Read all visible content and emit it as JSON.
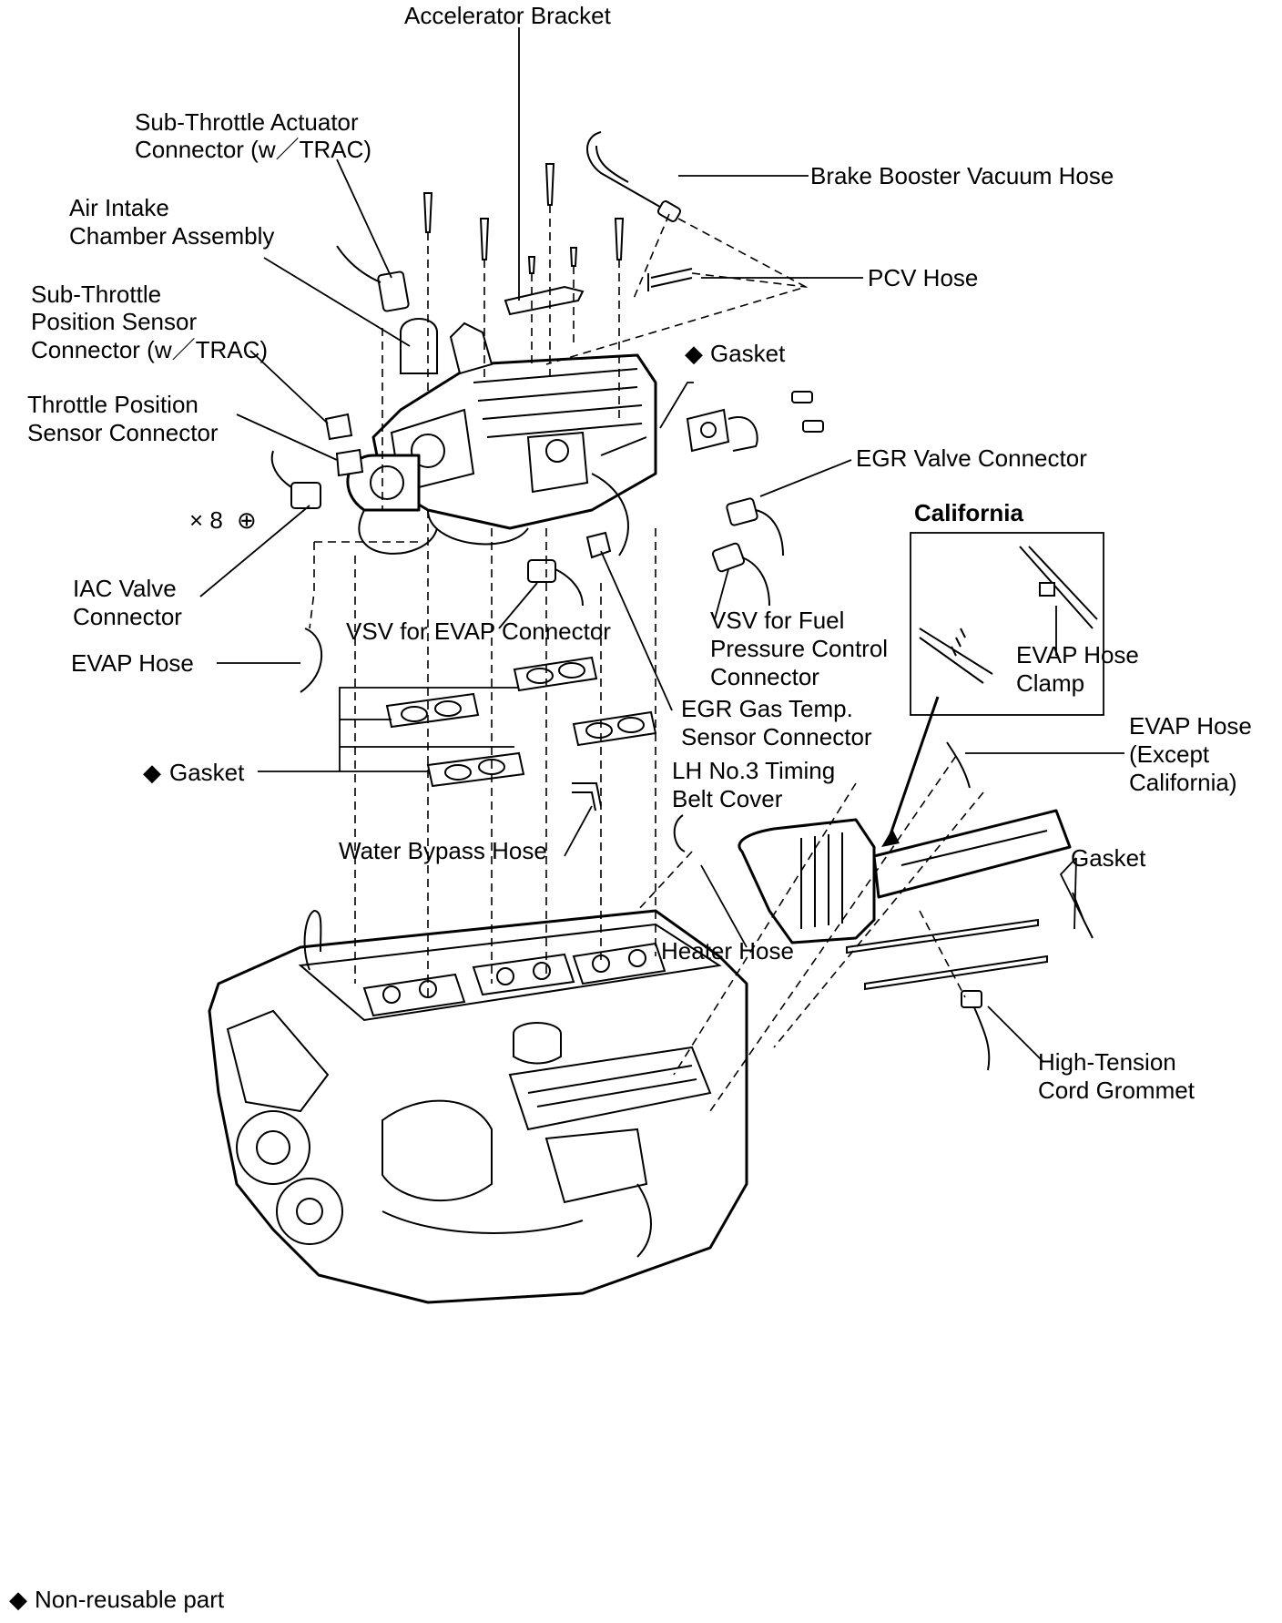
{
  "labels": {
    "accelerator_bracket": "Accelerator Bracket",
    "sub_throttle_actuator_1": "Sub-Throttle Actuator",
    "sub_throttle_actuator_2": "Connector (w／TRAC)",
    "brake_booster_hose": "Brake Booster Vacuum Hose",
    "air_intake_1": "Air Intake",
    "air_intake_2": "Chamber Assembly",
    "pcv_hose": "PCV Hose",
    "sub_throttle_pos_1": "Sub-Throttle",
    "sub_throttle_pos_2": "Position Sensor",
    "sub_throttle_pos_3": "Connector (w／TRAC)",
    "gasket_top": "Gasket",
    "throttle_pos_1": "Throttle Position",
    "throttle_pos_2": "Sensor Connector",
    "egr_valve_connector": "EGR Valve Connector",
    "x8": "× 8",
    "california": "California",
    "iac_1": "IAC Valve",
    "iac_2": "Connector",
    "vsv_fuel_1": "VSV for Fuel",
    "vsv_fuel_2": "Pressure Control",
    "vsv_fuel_3": "Connector",
    "vsv_evap": "VSV for EVAP Connector",
    "evap_hose_clamp_1": "EVAP Hose",
    "evap_hose_clamp_2": "Clamp",
    "evap_hose": "EVAP Hose",
    "egr_gas_1": "EGR Gas Temp.",
    "egr_gas_2": "Sensor Connector",
    "evap_except_1": "EVAP Hose",
    "evap_except_2": "(Except",
    "evap_except_3": "California)",
    "lh_timing_1": "LH No.3 Timing",
    "lh_timing_2": "Belt Cover",
    "gasket_left": "Gasket",
    "gasket_right": "Gasket",
    "water_bypass": "Water Bypass Hose",
    "heater_hose": "Heater Hose",
    "high_tension_1": "High-Tension",
    "high_tension_2": "Cord Grommet",
    "footnote": "Non-reusable part"
  },
  "symbols": {
    "nonreusable_marker": "◆",
    "bolt_symbol": "⊕"
  }
}
